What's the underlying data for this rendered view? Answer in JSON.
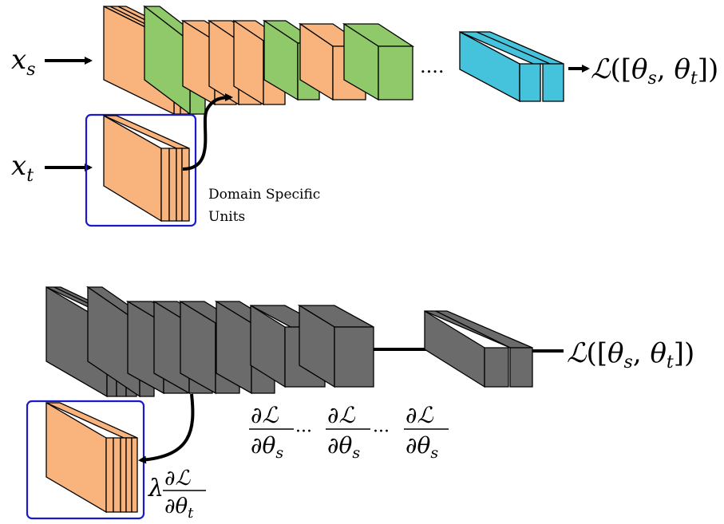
{
  "colors": {
    "orange": "#F9B47E",
    "green": "#8FC96A",
    "cyan": "#46C3DC",
    "gray": "#6B6B6B",
    "highlight_box": "#1A1AC8",
    "stroke": "#000000"
  },
  "top": {
    "input_source": {
      "var": "x",
      "sub": "s"
    },
    "input_target": {
      "var": "x",
      "sub": "t"
    },
    "ellipsis": "....",
    "loss": {
      "L": "ℒ",
      "open": "([",
      "theta": "θ",
      "sub_s": "s",
      "comma": ", ",
      "sub_t": "t",
      "close": "])"
    },
    "caption_line1": "Domain Specific",
    "caption_line2": "Units"
  },
  "bottom": {
    "loss": {
      "L": "ℒ",
      "open": "([",
      "theta": "θ",
      "sub_s": "s",
      "comma": ", ",
      "sub_t": "t",
      "close": "])"
    },
    "grad": {
      "d": "∂",
      "L": "ℒ",
      "theta": "θ",
      "sub_s": "s",
      "sub_t": "t",
      "dots": "···",
      "lambda": "λ"
    }
  }
}
